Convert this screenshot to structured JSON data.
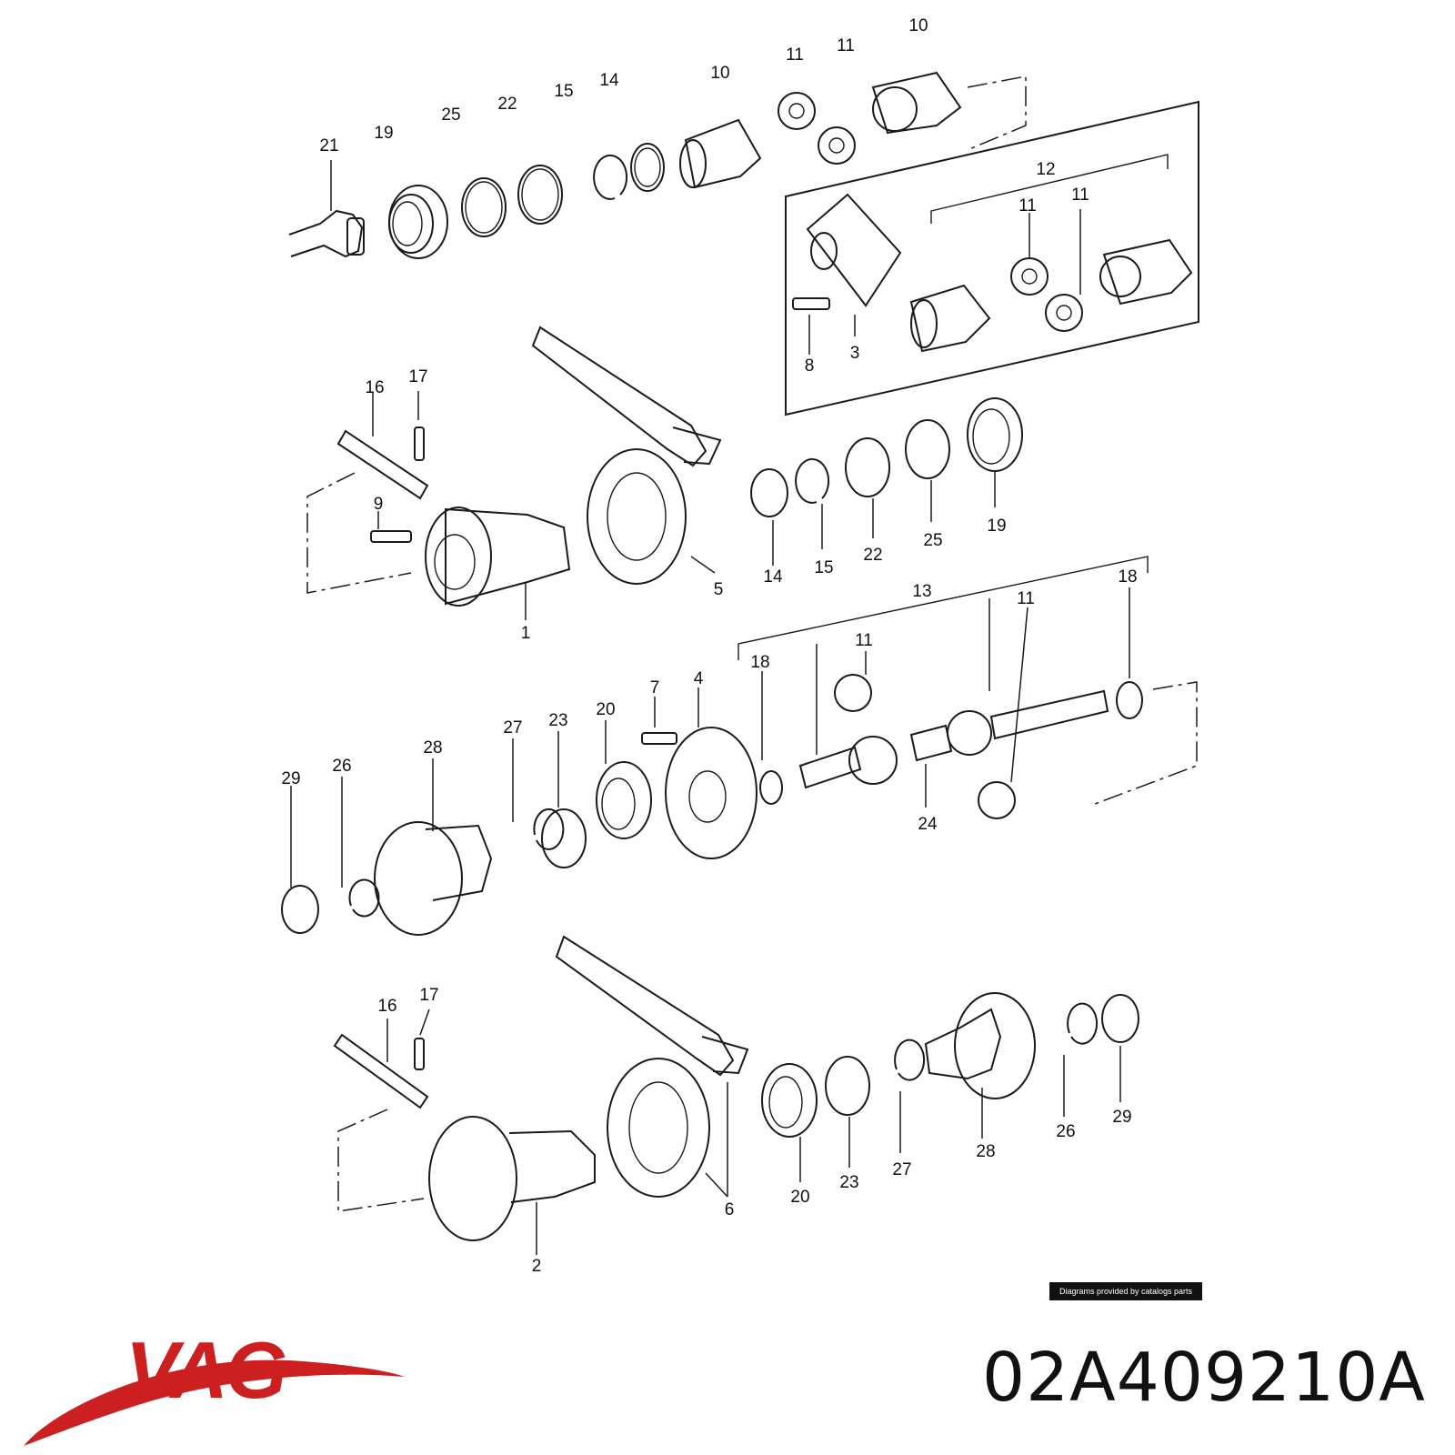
{
  "diagram": {
    "callouts": [
      {
        "id": "c10a",
        "text": "10"
      },
      {
        "id": "c11a",
        "text": "11"
      },
      {
        "id": "c11b",
        "text": "11"
      },
      {
        "id": "c10b",
        "text": "10"
      },
      {
        "id": "c14a",
        "text": "14"
      },
      {
        "id": "c15a",
        "text": "15"
      },
      {
        "id": "c22a",
        "text": "22"
      },
      {
        "id": "c25a",
        "text": "25"
      },
      {
        "id": "c19a",
        "text": "19"
      },
      {
        "id": "c21",
        "text": "21"
      },
      {
        "id": "c12",
        "text": "12"
      },
      {
        "id": "c11c",
        "text": "11"
      },
      {
        "id": "c11d",
        "text": "11"
      },
      {
        "id": "c8",
        "text": "8"
      },
      {
        "id": "c3",
        "text": "3"
      },
      {
        "id": "c16a",
        "text": "16"
      },
      {
        "id": "c17a",
        "text": "17"
      },
      {
        "id": "c9",
        "text": "9"
      },
      {
        "id": "c1",
        "text": "1"
      },
      {
        "id": "c5",
        "text": "5"
      },
      {
        "id": "c14b",
        "text": "14"
      },
      {
        "id": "c15b",
        "text": "15"
      },
      {
        "id": "c22b",
        "text": "22"
      },
      {
        "id": "c25b",
        "text": "25"
      },
      {
        "id": "c19b",
        "text": "19"
      },
      {
        "id": "c13",
        "text": "13"
      },
      {
        "id": "c18a",
        "text": "18"
      },
      {
        "id": "c11e",
        "text": "11"
      },
      {
        "id": "c11f",
        "text": "11"
      },
      {
        "id": "c18b",
        "text": "18"
      },
      {
        "id": "c7",
        "text": "7"
      },
      {
        "id": "c4",
        "text": "4"
      },
      {
        "id": "c20a",
        "text": "20"
      },
      {
        "id": "c23a",
        "text": "23"
      },
      {
        "id": "c27a",
        "text": "27"
      },
      {
        "id": "c28a",
        "text": "28"
      },
      {
        "id": "c26a",
        "text": "26"
      },
      {
        "id": "c29a",
        "text": "29"
      },
      {
        "id": "c24",
        "text": "24"
      },
      {
        "id": "c16b",
        "text": "16"
      },
      {
        "id": "c17b",
        "text": "17"
      },
      {
        "id": "c2",
        "text": "2"
      },
      {
        "id": "c6",
        "text": "6"
      },
      {
        "id": "c20b",
        "text": "20"
      },
      {
        "id": "c23b",
        "text": "23"
      },
      {
        "id": "c27b",
        "text": "27"
      },
      {
        "id": "c28b",
        "text": "28"
      },
      {
        "id": "c26b",
        "text": "26"
      },
      {
        "id": "c29b",
        "text": "29"
      }
    ]
  },
  "credit": "Diagrams provided by catalogs parts",
  "brand": {
    "name": "VAG",
    "color": "#cc1f1f"
  },
  "part_number": "02A409210A"
}
